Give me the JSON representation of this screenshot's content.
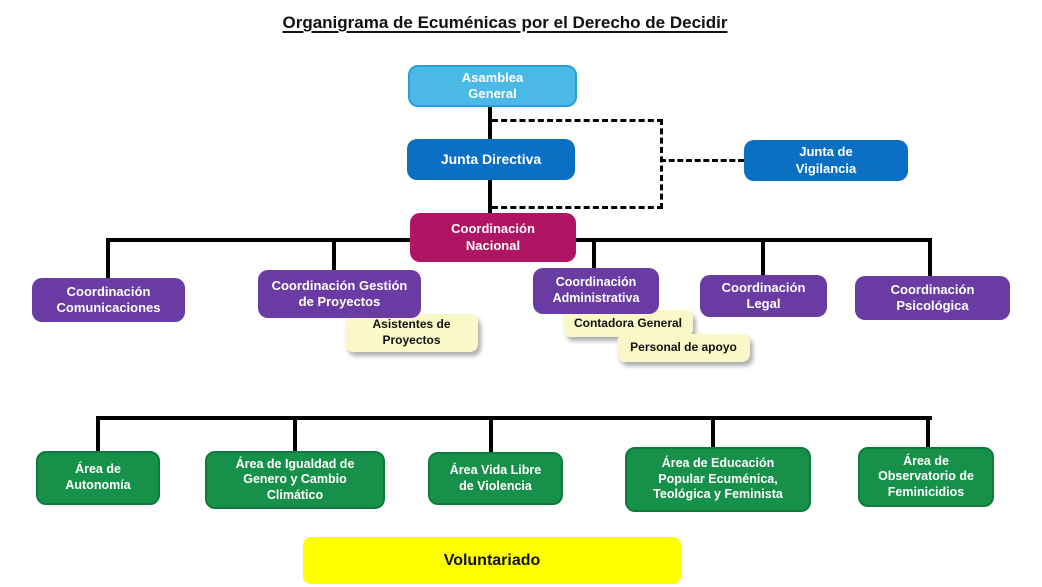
{
  "title": "Organigrama de Ecuménicas por el Derecho de Decidir",
  "palette": {
    "light_blue": "#4BB9E6",
    "light_blue_border": "#28A0D7",
    "blue": "#0B6FC3",
    "magenta": "#B01563",
    "purple": "#6A3CA3",
    "green": "#17914A",
    "note_yellow": "#FAF8C8",
    "bright_yellow": "#FFFF00",
    "connector_black": "#000000"
  },
  "nodes": {
    "asamblea_general": {
      "label": "Asamblea\nGeneral"
    },
    "junta_directiva": {
      "label": "Junta Directiva"
    },
    "junta_vigilancia": {
      "label": "Junta de\nVigilancia"
    },
    "coordinacion_nacional": {
      "label": "Coordinación\nNacional"
    },
    "coordinacion_comunicaciones": {
      "label": "Coordinación\nComunicaciones"
    },
    "coordinacion_gestion_proyectos": {
      "label": "Coordinación Gestión\nde Proyectos"
    },
    "coordinacion_administrativa": {
      "label": "Coordinación\nAdministrativa"
    },
    "coordinacion_legal": {
      "label": "Coordinación\nLegal"
    },
    "coordinacion_psicologica": {
      "label": "Coordinación\nPsicológica"
    },
    "area_autonomia": {
      "label": "Área de\nAutonomía"
    },
    "area_igualdad": {
      "label": "Área de Igualdad de\nGenero y Cambio\nClimático"
    },
    "area_vida_libre": {
      "label": "Área Vida Libre\nde Violencia"
    },
    "area_educacion": {
      "label": "Área de Educación\nPopular Ecuménica,\nTeológica y Feminista"
    },
    "area_observatorio": {
      "label": "Área de\nObservatorio de\nFeminicidios"
    },
    "voluntariado": {
      "label": "Voluntariado"
    }
  },
  "notes": {
    "asistentes_proyectos": {
      "label": "Asistentes de\nProyectos"
    },
    "contadora_general": {
      "label": "Contadora General"
    },
    "personal_apoyo": {
      "label": "Personal de apoyo"
    }
  }
}
